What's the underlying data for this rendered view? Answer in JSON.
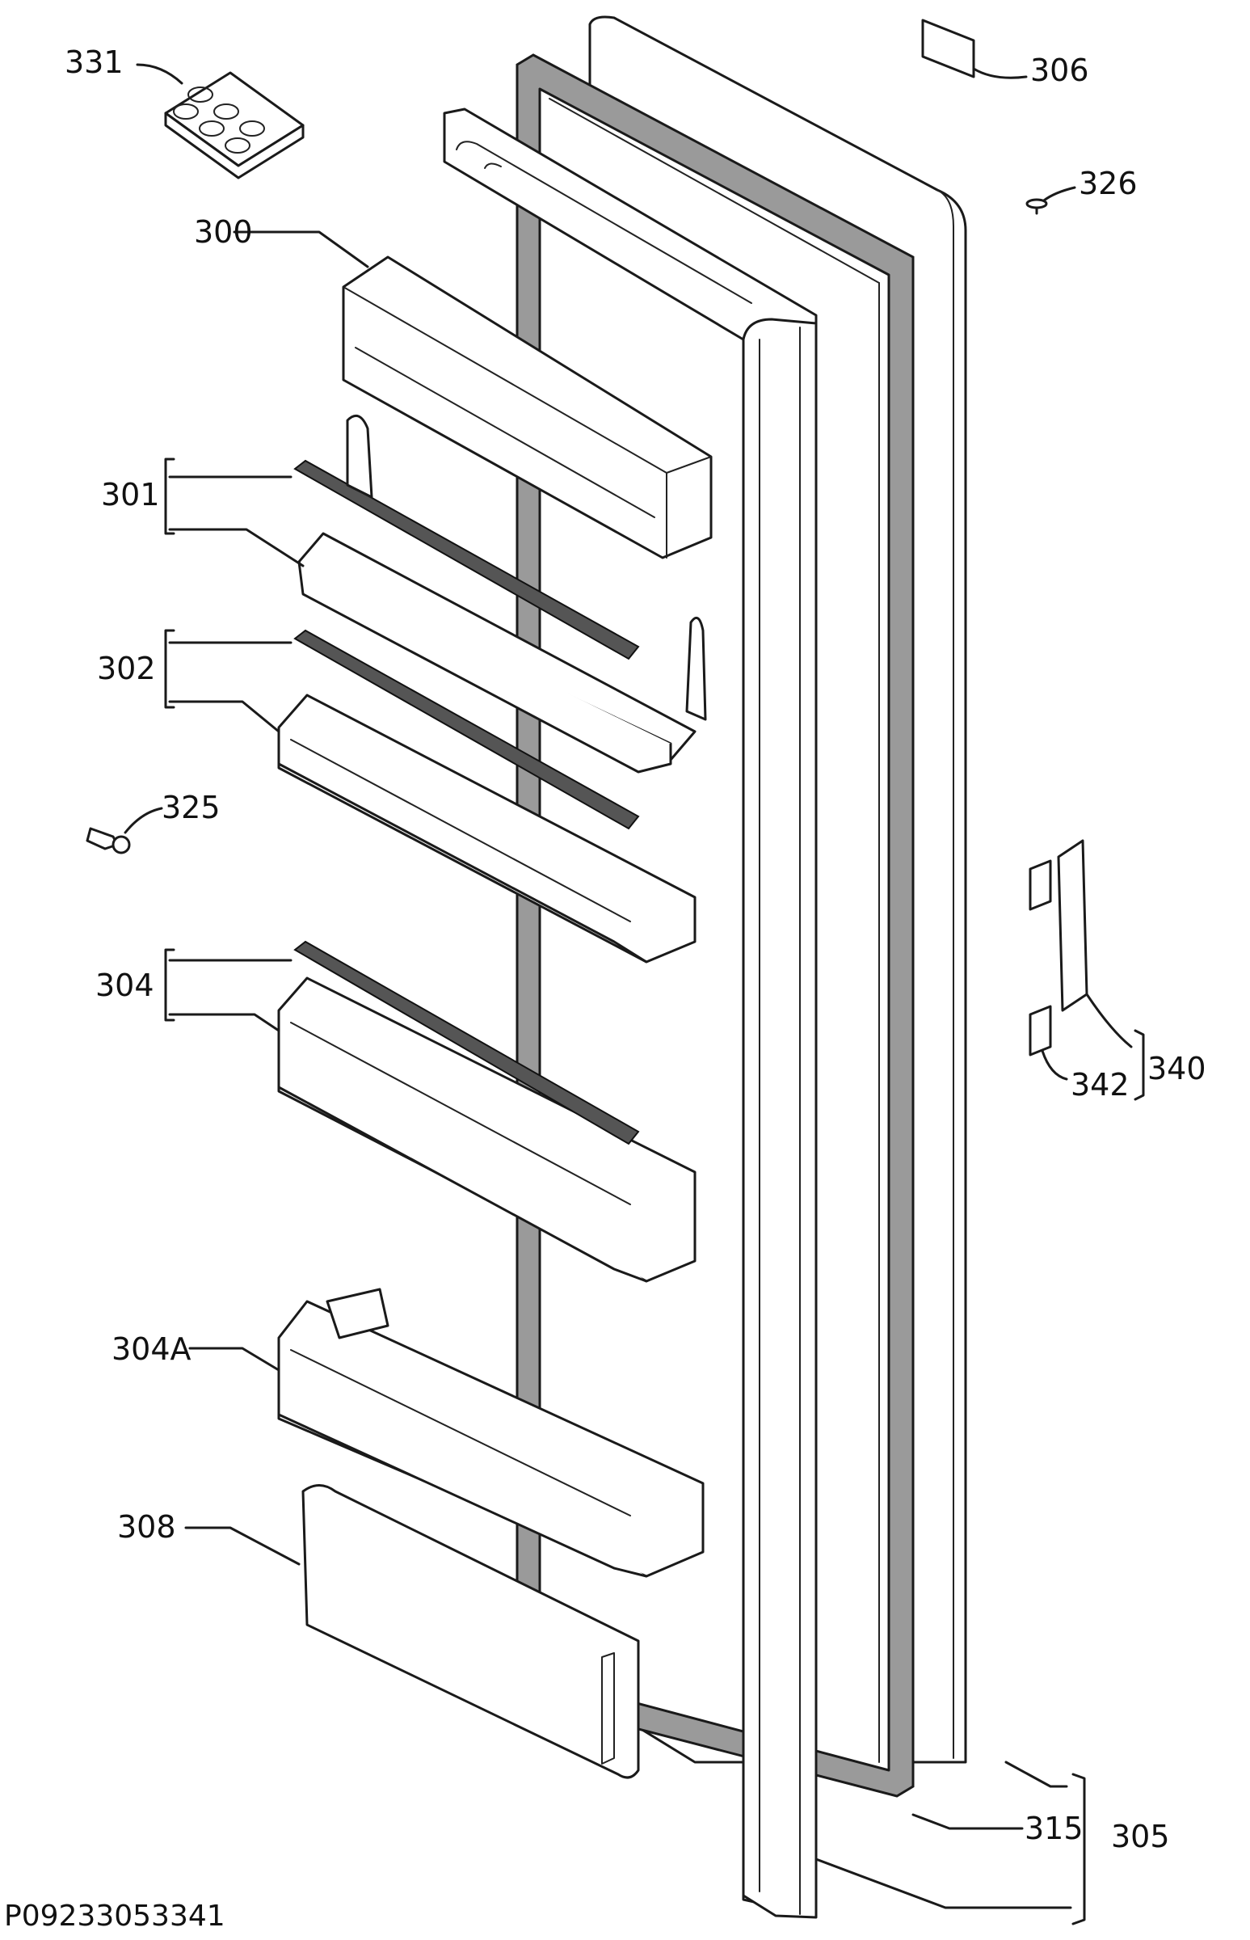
{
  "callouts": {
    "c331": "331",
    "c306": "306",
    "c326": "326",
    "c300": "300",
    "c301": "301",
    "c302": "302",
    "c325": "325",
    "c304": "304",
    "c340": "340",
    "c342": "342",
    "c304A": "304A",
    "c308": "308",
    "c315": "315",
    "c305": "305"
  },
  "footer": {
    "code": "P09233053341"
  }
}
